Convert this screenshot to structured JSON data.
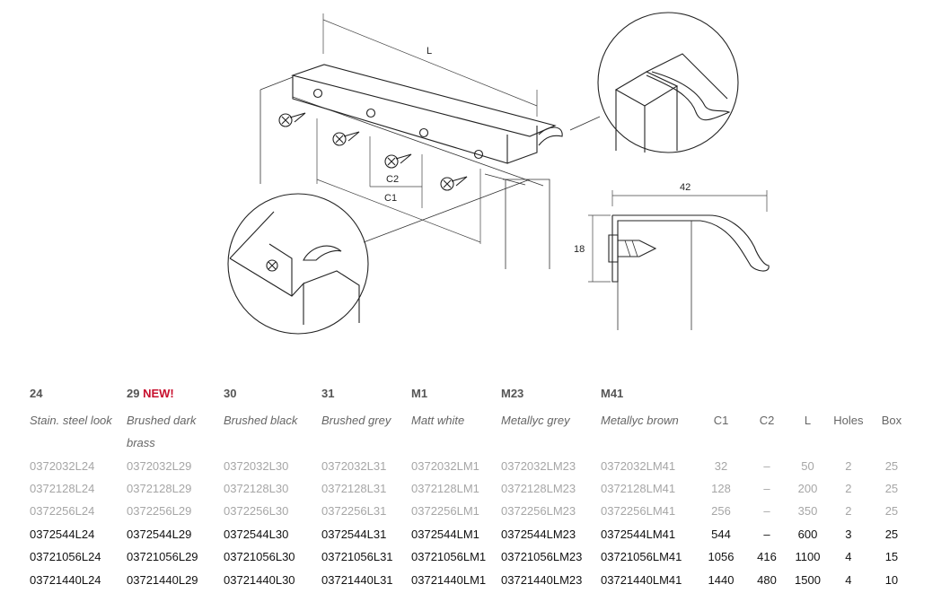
{
  "diagram": {
    "label_L": "L",
    "label_C1": "C1",
    "label_C2": "C2",
    "label_width": "42",
    "label_height": "18"
  },
  "table": {
    "finish_numbers": [
      "24",
      "29",
      "30",
      "31",
      "M1",
      "M23",
      "M41"
    ],
    "new_badge": "NEW!",
    "finish_names": [
      "Stain. steel look",
      "Brushed dark brass",
      "Brushed black",
      "Brushed grey",
      "Matt white",
      "Metallyc grey",
      "Metallyc brown"
    ],
    "column_headers": [
      "C1",
      "C2",
      "L",
      "Holes",
      "Box"
    ],
    "rows": [
      {
        "codes": [
          "0372032L24",
          "0372032L29",
          "0372032L30",
          "0372032L31",
          "0372032LM1",
          "0372032LM23",
          "0372032LM41"
        ],
        "c1": "32",
        "c2": "–",
        "l": "50",
        "holes": "2",
        "box": "25"
      },
      {
        "codes": [
          "0372128L24",
          "0372128L29",
          "0372128L30",
          "0372128L31",
          "0372128LM1",
          "0372128LM23",
          "0372128LM41"
        ],
        "c1": "128",
        "c2": "–",
        "l": "200",
        "holes": "2",
        "box": "25"
      },
      {
        "codes": [
          "0372256L24",
          "0372256L29",
          "0372256L30",
          "0372256L31",
          "0372256LM1",
          "0372256LM23",
          "0372256LM41"
        ],
        "c1": "256",
        "c2": "–",
        "l": "350",
        "holes": "2",
        "box": "25"
      },
      {
        "codes": [
          "0372544L24",
          "0372544L29",
          "0372544L30",
          "0372544L31",
          "0372544LM1",
          "0372544LM23",
          "0372544LM41"
        ],
        "c1": "544",
        "c2": "–",
        "l": "600",
        "holes": "3",
        "box": "25"
      },
      {
        "codes": [
          "03721056L24",
          "03721056L29",
          "03721056L30",
          "03721056L31",
          "03721056LM1",
          "03721056LM23",
          "03721056LM41"
        ],
        "c1": "1056",
        "c2": "416",
        "l": "1100",
        "holes": "4",
        "box": "15"
      },
      {
        "codes": [
          "03721440L24",
          "03721440L29",
          "03721440L30",
          "03721440L31",
          "03721440LM1",
          "03721440LM23",
          "03721440LM41"
        ],
        "c1": "1440",
        "c2": "480",
        "l": "1500",
        "holes": "4",
        "box": "10"
      }
    ]
  }
}
